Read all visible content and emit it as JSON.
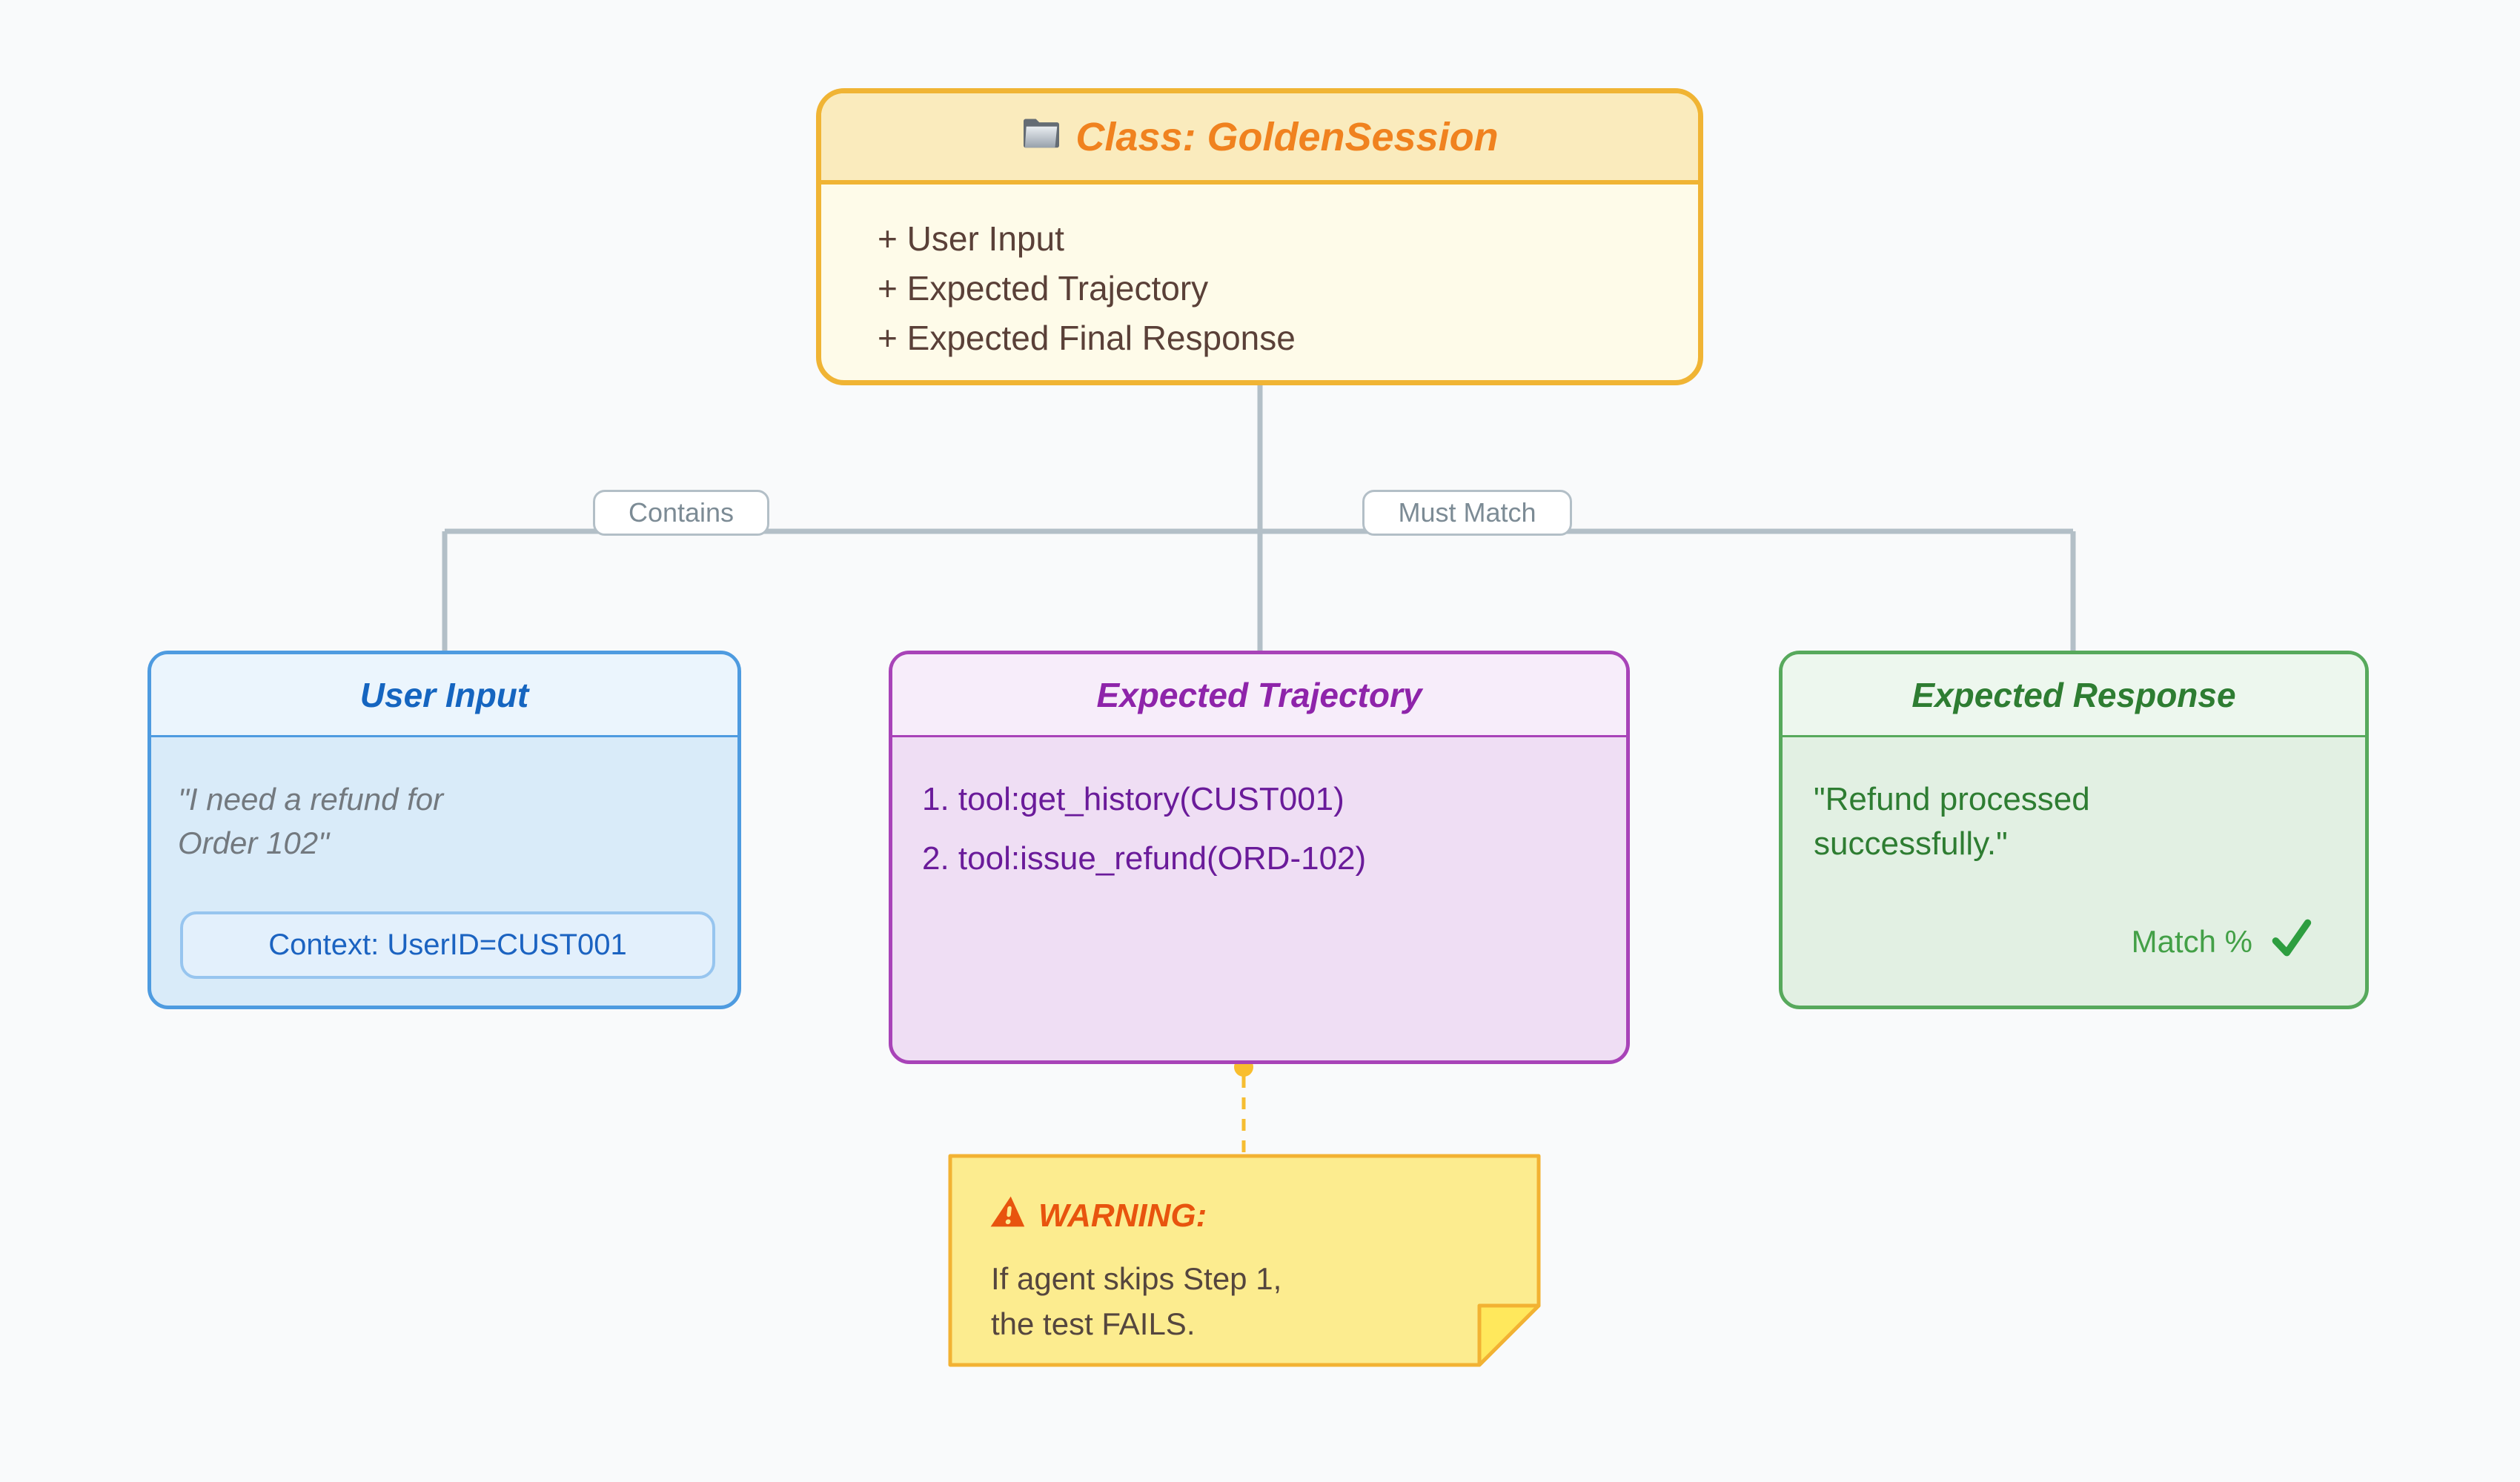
{
  "page": {
    "background": "#F9FAFB"
  },
  "golden_class": {
    "title": "Class: GoldenSession",
    "items": [
      "+ User Input",
      "+ Expected Trajectory",
      "+ Expected Final Response"
    ],
    "accent": "#F0B434",
    "header_bg": "#FAEBBD",
    "body_bg": "#FEFBE9",
    "title_color": "#F0821F"
  },
  "edges": {
    "contains_label": "Contains",
    "must_match_label": "Must Match",
    "line_color": "#B3BFC7"
  },
  "user_input": {
    "title": "User Input",
    "quote_line1": "\"I need a refund for",
    "quote_line2": "Order 102\"",
    "context_pill": "Context: UserID=CUST001",
    "accent": "#4E9BE0",
    "title_color": "#1565C0"
  },
  "expected_trajectory": {
    "title": "Expected Trajectory",
    "steps": [
      "1. tool:get_history(CUST001)",
      "2. tool:issue_refund(ORD-102)"
    ],
    "accent": "#A843B8",
    "title_color": "#8E24AA"
  },
  "expected_response": {
    "title": "Expected Response",
    "line1": "\"Refund processed",
    "line2": "successfully.\"",
    "match_label": "Match %",
    "check_color": "#2E9E40",
    "accent": "#57A95C",
    "title_color": "#2E7D32"
  },
  "warning_note": {
    "title": "WARNING:",
    "line1": "If agent skips Step 1,",
    "line2": "the test FAILS.",
    "note_bg": "#FCEC8F",
    "fold_bg": "#FFE85C",
    "accent": "#F2B233",
    "title_color": "#E8540E"
  }
}
